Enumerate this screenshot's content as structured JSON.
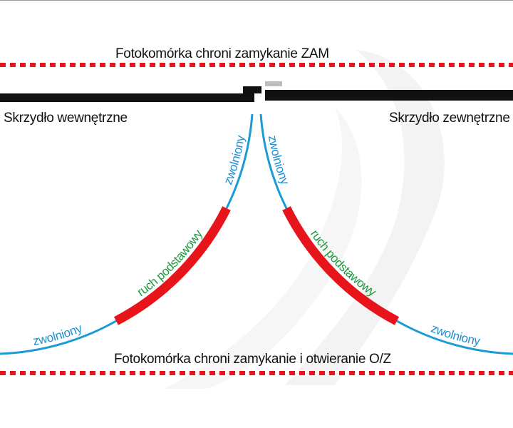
{
  "labels": {
    "photocell_top": "Fotokomórka chroni zamykanie ZAM",
    "photocell_bottom": "Fotokomórka chroni zamykanie i otwieranie O/Z",
    "wing_inner": "Skrzydło wewnętrzne",
    "wing_outer": "Skrzydło zewnętrzne",
    "slowed": "zwolniony",
    "normal": "ruch podstawowy"
  },
  "colors": {
    "photocell_line": "#e8141c",
    "wing": "#111111",
    "slowed_arc": "#1b9bd6",
    "normal_arc": "#e8141c",
    "slowed_text": "#1b8fd0",
    "normal_text": "#1a9a3c",
    "watermark": "#f2f2f2"
  }
}
